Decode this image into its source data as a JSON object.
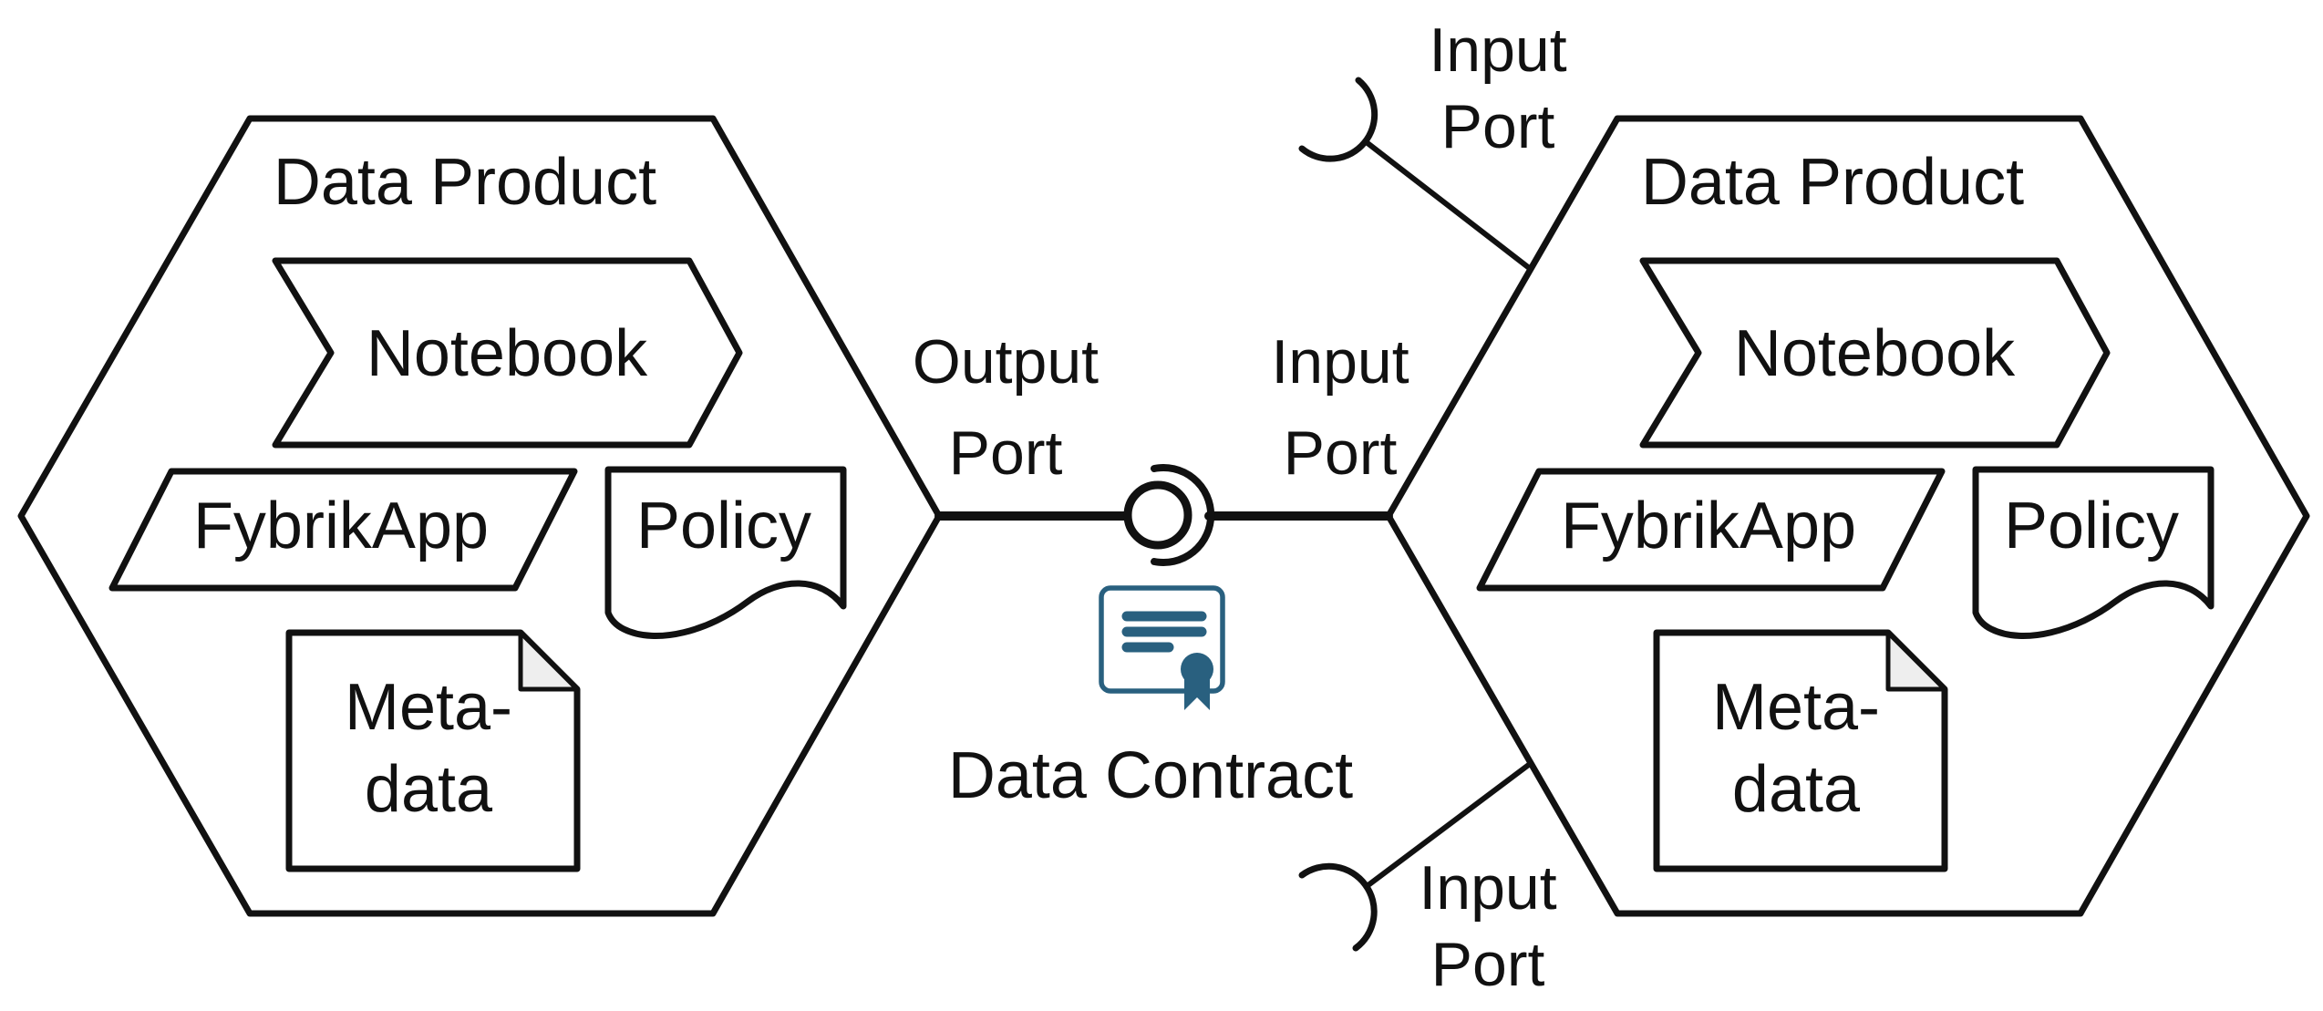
{
  "diagram": {
    "products": [
      {
        "title": "Data Product",
        "components": {
          "notebook": "Notebook",
          "fybrik_app": "FybrikApp",
          "policy": "Policy",
          "metadata_line1": "Meta-",
          "metadata_line2": "data"
        }
      },
      {
        "title": "Data Product",
        "components": {
          "notebook": "Notebook",
          "fybrik_app": "FybrikApp",
          "policy": "Policy",
          "metadata_line1": "Meta-",
          "metadata_line2": "data"
        }
      }
    ],
    "connector": {
      "output_port": {
        "line1": "Output",
        "line2": "Port"
      },
      "input_port": {
        "line1": "Input",
        "line2": "Port"
      },
      "contract_label": "Data Contract"
    },
    "top_input_port": {
      "line1": "Input",
      "line2": "Port"
    },
    "bottom_input_port": {
      "line1": "Input",
      "line2": "Port"
    },
    "icons": {
      "ball": "ball-interface-icon",
      "socket": "socket-interface-icon",
      "certificate": "certificate-icon"
    },
    "colors": {
      "line": "#111111",
      "contract_icon": "#29607f",
      "fold_fill": "#eeeeee",
      "background": "#ffffff"
    }
  }
}
